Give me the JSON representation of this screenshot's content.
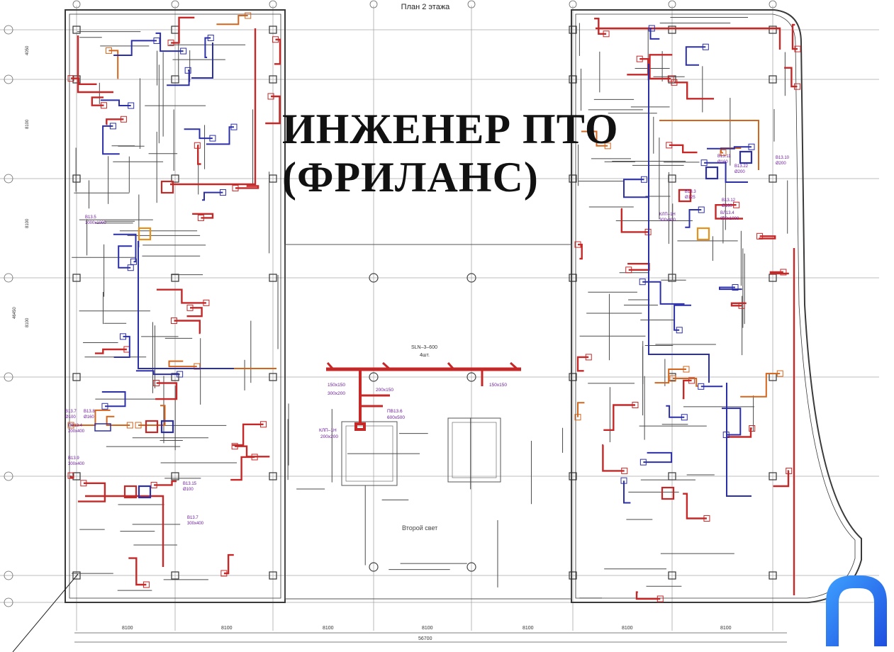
{
  "plan_title": "План 2 этажа",
  "overlay_title_line1": "ИНЖЕНЕР ПТО",
  "overlay_title_line2": "(ФРИЛАНС)",
  "center_label": "Второй свет",
  "center_duct": {
    "label": "SLN–3–600",
    "sublabel": "4шт.",
    "sizes": [
      "150x150",
      "300x200",
      "200x150",
      "150x150"
    ],
    "unit_label": "ПВ13.6",
    "unit_size": "600x500",
    "kvp_label": "КЛП–1Н",
    "kvp_size": "200x200"
  },
  "left_units": [
    {
      "label": "В13.5",
      "size": "1000x1000"
    },
    {
      "label": "В13.7",
      "size": "Ø100"
    },
    {
      "label": "В13.8",
      "size": "Ø160"
    },
    {
      "label": "ПВ13.4",
      "size": "200x400"
    },
    {
      "label": "В13.9",
      "size": "300x400"
    },
    {
      "label": "В13.15",
      "size": "Ø100"
    },
    {
      "label": "В13.7",
      "size": "300x400"
    }
  ],
  "right_units": [
    {
      "label": "В13.11",
      "size": "Ø160"
    },
    {
      "label": "В13.10",
      "size": "Ø200"
    },
    {
      "label": "В13.22",
      "size": "Ø200"
    },
    {
      "label": "В13.12",
      "size": "Ø160"
    },
    {
      "label": "КЛП–1Н",
      "size": "300x400"
    },
    {
      "label": "ВЛ13.4",
      "size": "600x1000"
    },
    {
      "label": "В13.3",
      "size": "Ø125"
    }
  ],
  "bottom_dimensions": [
    "8100",
    "8100",
    "8100",
    "8100",
    "8100",
    "8100",
    "8100"
  ],
  "total_dimension": "56700",
  "left_dimensions": [
    "4050",
    "8100",
    "8100",
    "8100",
    "46450"
  ],
  "colors": {
    "red_duct": "#c62828",
    "orange_duct": "#d4651c",
    "blue_duct": "#2b2fa8",
    "purple_label": "#6a1b9a",
    "grid_line": "#9a9a9a",
    "wall": "#3a3a3a",
    "logo_blue": "#1e6cf0"
  },
  "icons": [
    "company-logo-icon"
  ]
}
